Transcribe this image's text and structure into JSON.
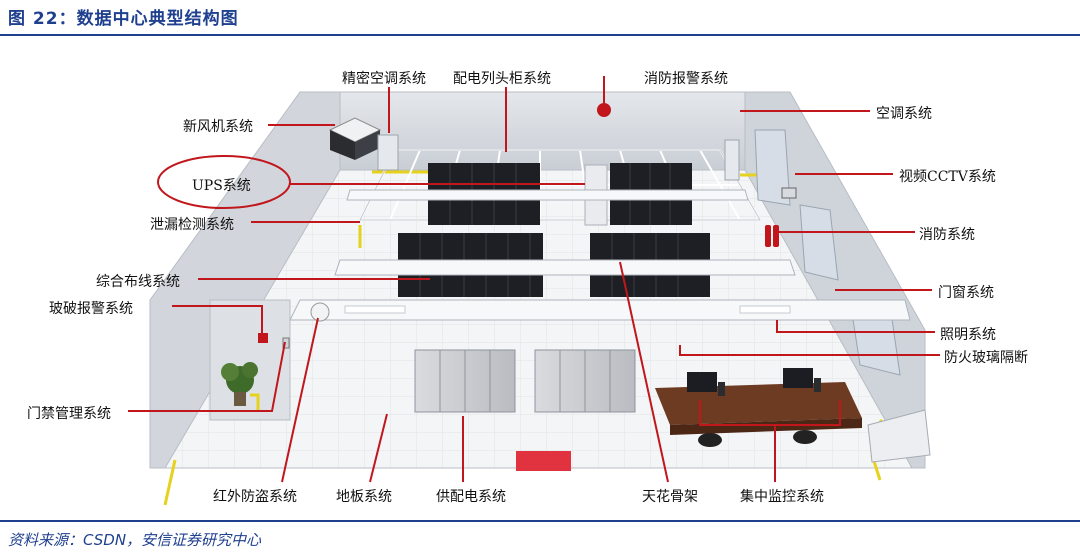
{
  "figure": {
    "title": "图 22：数据中心典型结构图",
    "source": "资料来源：CSDN，安信证券研究中心"
  },
  "labels": {
    "jingmi": "精密空调系统",
    "peidian_lietou": "配电列头柜系统",
    "xiaofang_baojing": "消防报警系统",
    "xinfeng": "新风机系统",
    "kongtiao": "空调系统",
    "ups": "UPS系统",
    "cctv": "视频CCTV系统",
    "xielou": "泄漏检测系统",
    "xiaofang": "消防系统",
    "zonghe_buxian": "综合布线系统",
    "menchuang": "门窗系统",
    "popo": "玻破报警系统",
    "zhaoming": "照明系统",
    "fanghuo_boli": "防火玻璃隔断",
    "menjin": "门禁管理系统",
    "hongwai": "红外防盗系统",
    "diban": "地板系统",
    "gongpeidian": "供配电系统",
    "tianhua": "天花骨架",
    "jizhong_jiankong": "集中监控系统"
  },
  "colors": {
    "title_blue": "#1f3f8f",
    "leader_red": "#c0161c",
    "wall_gray": "#d7dbe0",
    "floor": "#f3f4f6",
    "rack": "#1d1f24",
    "safety_yellow": "#e6d21c"
  }
}
